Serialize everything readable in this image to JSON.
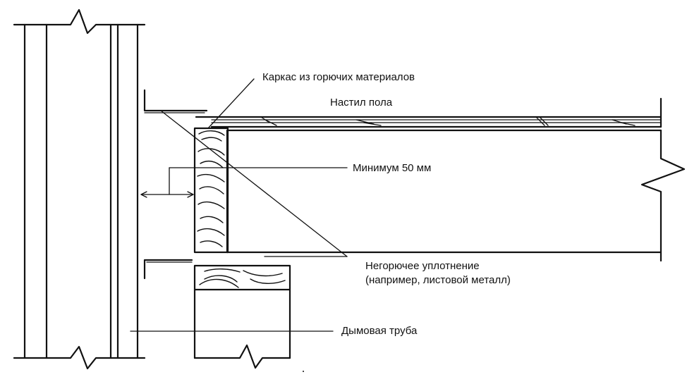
{
  "labels": {
    "frame_combustible": "Каркас из горючих материалов",
    "floor_deck": "Настил пола",
    "min_clearance": "Минимум 50 мм",
    "seal_line1": "Негорючее уплотнение",
    "seal_line2": "(например, листовой металл)",
    "chimney": "Дымовая труба"
  }
}
